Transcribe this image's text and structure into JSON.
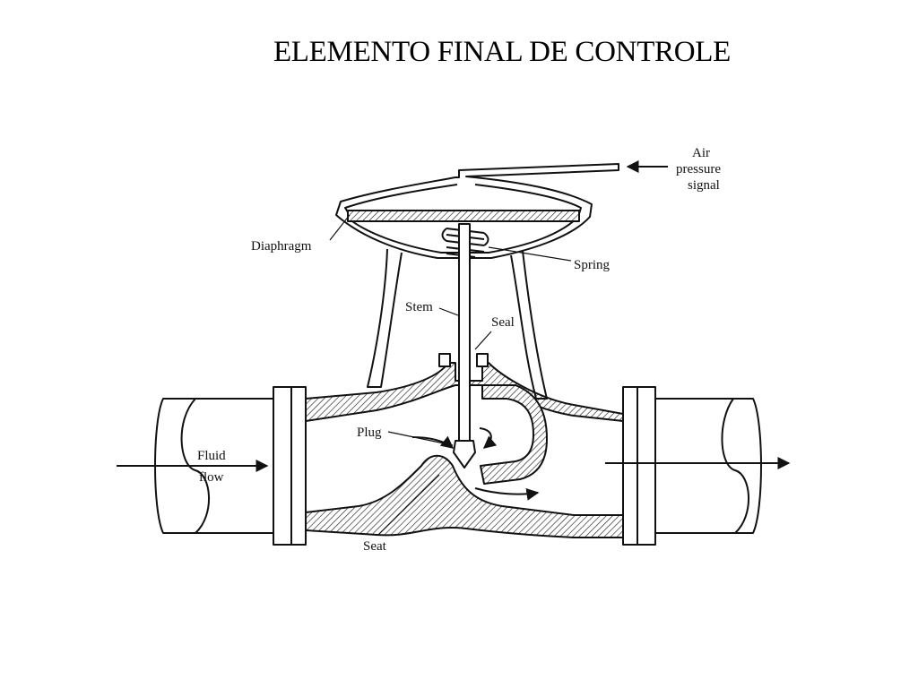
{
  "title": "ELEMENTO FINAL DE CONTROLE",
  "labels": {
    "air_line1": "Air",
    "air_line2": "pressure",
    "air_line3": "signal",
    "diaphragm": "Diaphragm",
    "spring": "Spring",
    "stem": "Stem",
    "seal": "Seal",
    "plug": "Plug",
    "fluid_line1": "Fluid",
    "fluid_line2": "flow",
    "seat": "Seat"
  }
}
